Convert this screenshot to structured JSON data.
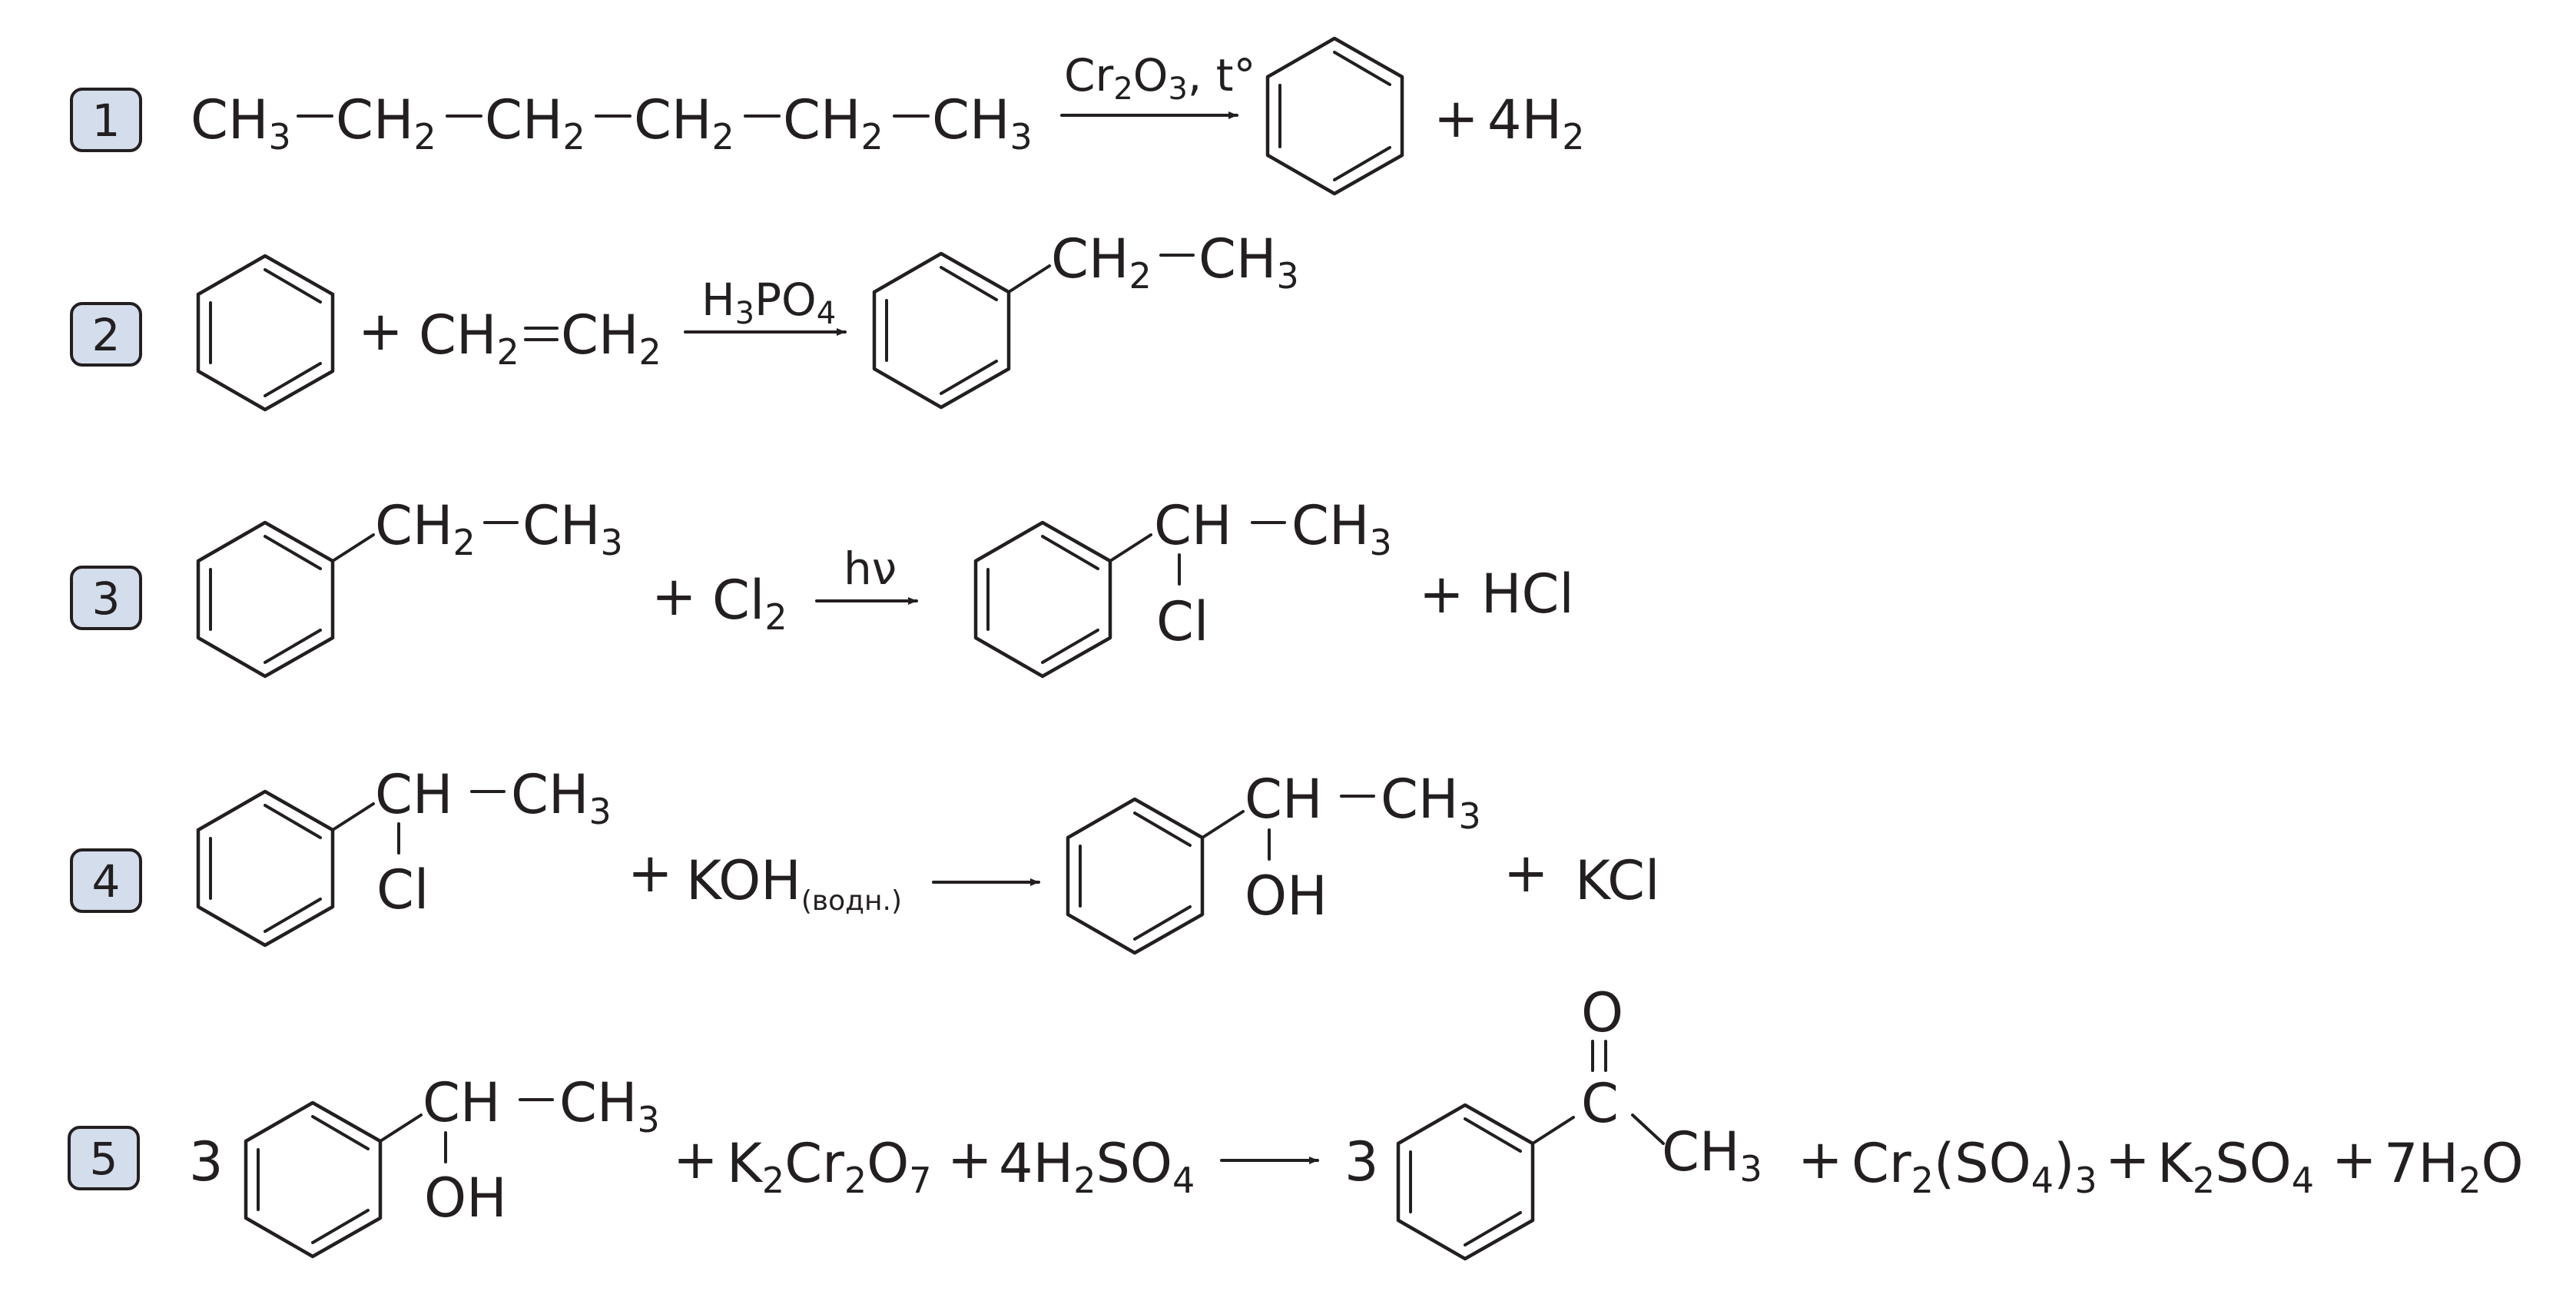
{
  "colors": {
    "badge_fill": "#d3ddec",
    "ink": "#231f20",
    "background": "#ffffff"
  },
  "reactions": [
    {
      "number": "1",
      "hexane": [
        "CH",
        "3",
        "CH",
        "2",
        "CH",
        "2",
        "CH",
        "2",
        "CH",
        "2",
        "CH",
        "3"
      ],
      "condition": [
        "Cr",
        "2",
        "O",
        "3",
        ", t°"
      ],
      "plus": "+",
      "h2": [
        "4H",
        "2"
      ]
    },
    {
      "number": "2",
      "plus": "+",
      "ethene": [
        "CH",
        "2",
        "CH",
        "2"
      ],
      "condition": [
        "H",
        "3",
        "PO",
        "4"
      ],
      "product": [
        "CH",
        "2",
        "CH",
        "3"
      ]
    },
    {
      "number": "3",
      "reactant": [
        "CH",
        "2",
        "CH",
        "3"
      ],
      "plus": "+",
      "cl2": [
        "Cl",
        "2"
      ],
      "condition": "hν",
      "product": [
        "CH",
        "CH",
        "3",
        "Cl"
      ],
      "byproduct": "+ HCl"
    },
    {
      "number": "4",
      "reactant": [
        "CH",
        "CH",
        "3",
        "Cl"
      ],
      "plus": "+",
      "koh": [
        "KOH",
        "(водн.)"
      ],
      "product": [
        "CH",
        "CH",
        "3",
        "OH"
      ],
      "byproduct_plus": "+",
      "byproduct": "KCl"
    },
    {
      "number": "5",
      "coef": "3",
      "reactant": [
        "CH",
        "CH",
        "3",
        "OH"
      ],
      "plus1": "+",
      "k2cr2o7": [
        "K",
        "2",
        "Cr",
        "2",
        "O",
        "7"
      ],
      "plus2": "+",
      "h2so4": [
        "4H",
        "2",
        "SO",
        "4"
      ],
      "coef2": "3",
      "product": [
        "O",
        "C",
        "CH",
        "3"
      ],
      "plus3": "+",
      "cr2so4": [
        "Cr",
        "2",
        "(SO",
        "4",
        ")",
        "3"
      ],
      "plus4": "+",
      "k2so4": [
        "K",
        "2",
        "SO",
        "4"
      ],
      "plus5": "+",
      "water": [
        "7H",
        "2",
        "O"
      ]
    }
  ]
}
